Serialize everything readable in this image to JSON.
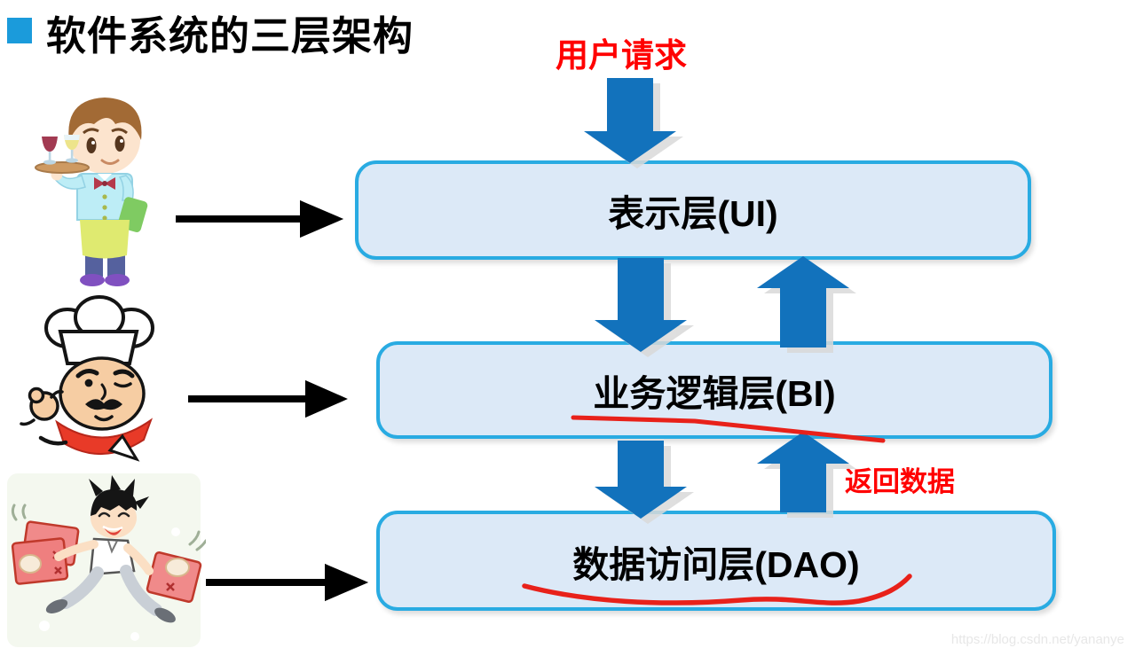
{
  "slide": {
    "title": "软件系统的三层架构",
    "watermark": "https://blog.csdn.net/yananye"
  },
  "annotations": {
    "user_request": "用户请求",
    "return_data": "返回数据"
  },
  "layers": [
    {
      "label": "表示层(UI)"
    },
    {
      "label": "业务逻辑层(BI)"
    },
    {
      "label": "数据访问层(DAO)"
    }
  ],
  "actors": [
    {
      "icon": "waiter-illustration"
    },
    {
      "icon": "chef-illustration"
    },
    {
      "icon": "running-deliveryman-illustration"
    }
  ],
  "colors": {
    "title_bullet_blue": "#1B9BDB",
    "arrow_blue": "#1272BC",
    "box_fill": "#DCE9F7",
    "box_border": "#29ABE2",
    "annotation_red": "#FF0000",
    "pen_stroke_red": "#E8211A",
    "text_black": "#000000"
  }
}
